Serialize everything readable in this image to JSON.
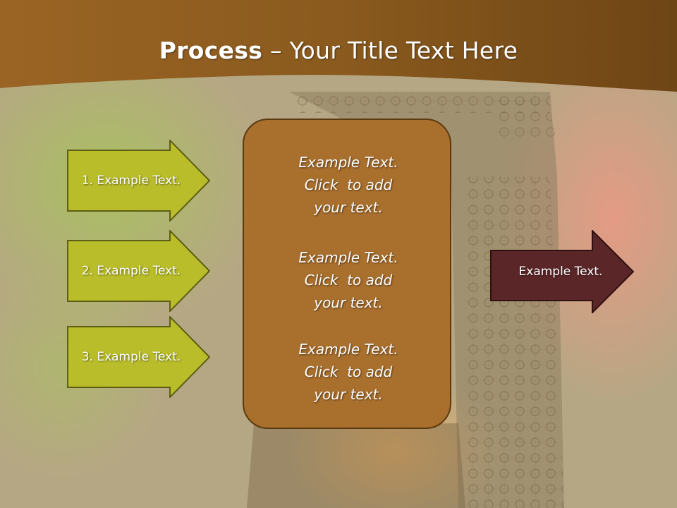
{
  "slide": {
    "title_bold": "Process",
    "title_rest": " – Your Title Text Here"
  },
  "left_arrows": [
    {
      "label": "1. Example Text."
    },
    {
      "label": "2. Example Text."
    },
    {
      "label": "3. Example Text."
    }
  ],
  "center_box": {
    "paragraphs": [
      {
        "lines": [
          "Example Text.",
          "Click  to add",
          "your text."
        ]
      },
      {
        "lines": [
          "Example Text.",
          "Click  to add",
          "your text."
        ]
      },
      {
        "lines": [
          "Example Text.",
          "Click  to add",
          "your text."
        ]
      }
    ]
  },
  "right_arrow": {
    "label": "Example Text."
  },
  "colors": {
    "header": "#8a5a1e",
    "left_arrow_fill": "#b9bd2a",
    "left_arrow_border": "#5e5e14",
    "center_box_fill": "#a86f2d",
    "right_arrow_fill": "#5b2628"
  }
}
